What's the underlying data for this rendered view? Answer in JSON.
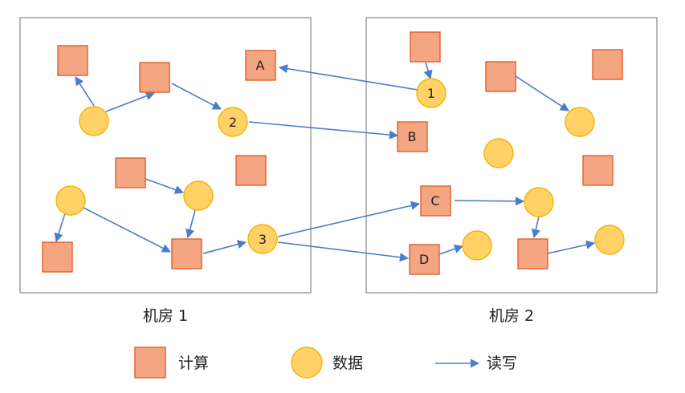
{
  "rooms": [
    {
      "label": "机房 1"
    },
    {
      "label": "机房 2"
    }
  ],
  "nodes": {
    "A": {
      "kind": "compute",
      "label": "A"
    },
    "B": {
      "kind": "compute",
      "label": "B"
    },
    "C": {
      "kind": "compute",
      "label": "C"
    },
    "D": {
      "kind": "compute",
      "label": "D"
    },
    "n1": {
      "kind": "data",
      "label": "1"
    },
    "n2": {
      "kind": "data",
      "label": "2"
    },
    "n3": {
      "kind": "data",
      "label": "3"
    }
  },
  "legend": {
    "compute": "计算",
    "data": "数据",
    "readwrite": "读写"
  },
  "colors": {
    "compute_fill": "#F4A582",
    "compute_stroke": "#E2602A",
    "data_fill": "#FFD166",
    "data_stroke": "#F4B400",
    "arrow": "#4A7CC9",
    "room_border": "#888888"
  }
}
